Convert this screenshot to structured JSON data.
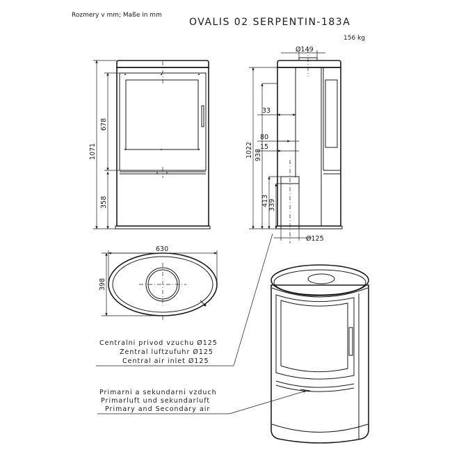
{
  "header": {
    "units_note": "Rozmery v mm; Maße in mm",
    "model_title": "OVALIS 02 SERPENTIN-183A",
    "weight": "156 kg"
  },
  "front_view": {
    "dim_total_height": "1071",
    "dim_window_height": "678",
    "dim_lower_height": "358"
  },
  "side_view": {
    "dim_flue_diameter": "Ø149",
    "dim_flue_offset": "33",
    "dim_air_offset_80": "80",
    "dim_air_offset_15": "15",
    "dim_height_1022": "1022",
    "dim_height_938": "938",
    "dim_height_413": "413",
    "dim_height_339": "339",
    "dim_inlet_diameter": "Ø125"
  },
  "top_view": {
    "dim_width": "630",
    "dim_depth": "398"
  },
  "labels": {
    "central_air": [
      "Centralni privod vzuchu Ø125",
      "Zentral luftzufuhr Ø125",
      "Central air inlet Ø125"
    ],
    "primary_air": [
      "Primarni a sekundarni vzduch",
      "Primarluft und sekundarluft",
      "Primary and Secondary air"
    ]
  }
}
